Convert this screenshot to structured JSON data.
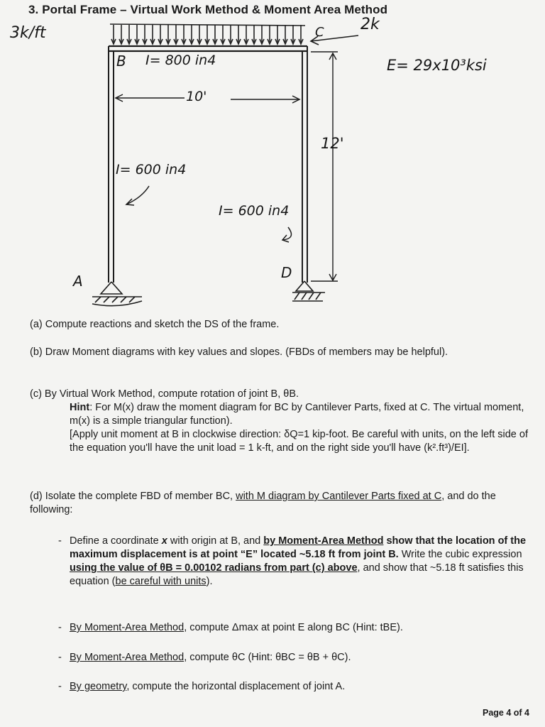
{
  "title": "3. Portal Frame – Virtual Work Method & Moment Area Method",
  "diagram": {
    "load_label": "3k/ft",
    "lateral_load": "2k",
    "joint_b": "B",
    "joint_c": "C",
    "joint_a": "A",
    "joint_d": "D",
    "beam_inertia": "I= 800 in4",
    "span": "10'",
    "height": "12'",
    "modulus": "E= 29x10³ksi",
    "left_column_inertia": "I= 600 in4",
    "right_column_inertia": "I= 600 in4"
  },
  "parts": {
    "a": "(a) Compute reactions and sketch the DS of the frame.",
    "b": "(b) Draw Moment diagrams with key values and slopes. (FBDs of members may be helpful).",
    "c_title": "(c) By Virtual Work Method, compute rotation of joint B, θB.",
    "c_hint_label": "Hint",
    "c_hint": ": For M(x) draw the moment diagram for BC by Cantilever Parts, fixed at C. The virtual moment, m(x) is a simple triangular function).",
    "c_apply": "[Apply unit moment at B in clockwise direction: δQ=1 kip-foot. Be careful with units, on the left side of the equation you'll have the unit load = 1 k-ft, and on the right side you'll have (k².ft³)/EI].",
    "d_lead": "(d) Isolate the complete FBD of member BC, ",
    "d_underlined": "with M diagram by Cantilever Parts fixed at C",
    "d_tail": ", and do the following:"
  },
  "bullets": {
    "b1_a": "Define a coordinate ",
    "b1_x": "x",
    "b1_b": " with origin at B, and ",
    "b1_link": "by Moment-Area Method",
    "b1_c": " show that the location of the maximum displacement is at point “E” located ~5.18 ft from joint B.",
    "b1_d": " Write the cubic expression ",
    "b1_link2": "using the value of θB = 0.00102 radians from part (c) above",
    "b1_e": ", and show that ~5.18 ft satisfies this equation (",
    "b1_link3": "be careful with units",
    "b1_f": ").",
    "b2_link": "By Moment-Area Method",
    "b2_text": ", compute Δmax at point E along BC (Hint: tBE).",
    "b3_link": "By Moment-Area Method",
    "b3_text": ", compute θC (Hint: θBC = θB + θC).",
    "b4_link": "By geometry",
    "b4_text": ", compute the horizontal displacement of joint A."
  },
  "footer": "Page 4 of 4"
}
